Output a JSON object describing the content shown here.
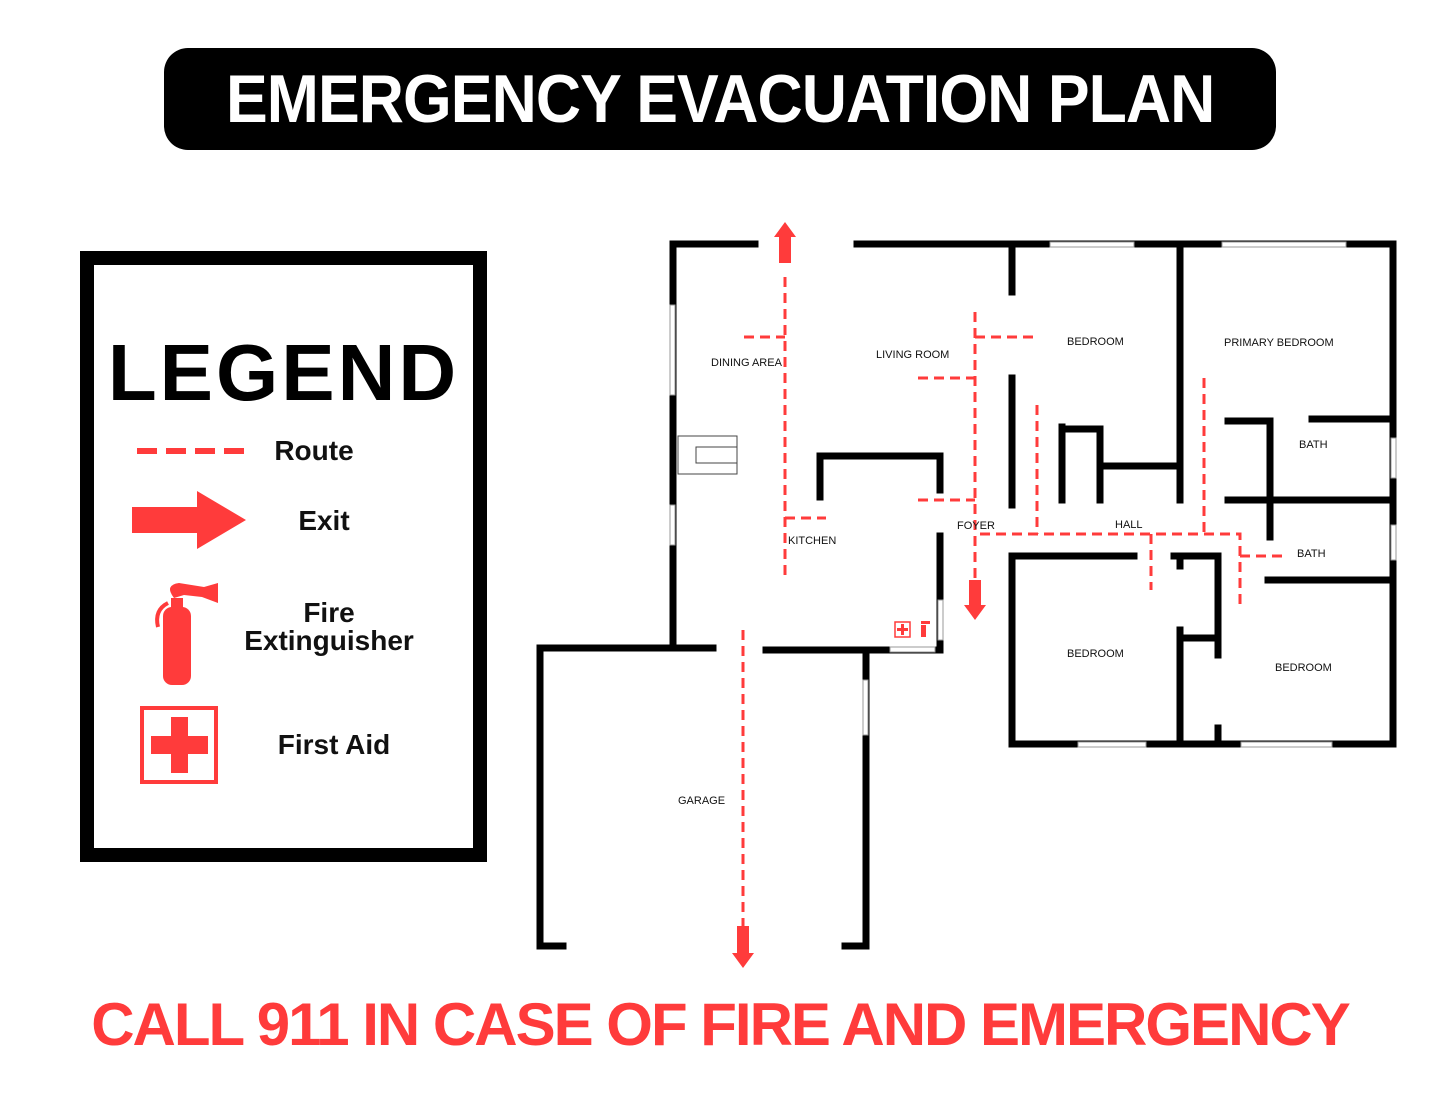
{
  "title": "EMERGENCY EVACUATION PLAN",
  "legend": {
    "title": "LEGEND",
    "items": [
      {
        "icon": "route-dashes",
        "label": "Route"
      },
      {
        "icon": "exit-arrow",
        "label": "Exit"
      },
      {
        "icon": "fire-extinguisher",
        "label": "Fire Extinguisher"
      },
      {
        "icon": "first-aid",
        "label": "First Aid"
      }
    ]
  },
  "rooms": {
    "dining": "DINING AREA",
    "living": "LIVING ROOM",
    "kitchen": "KITCHEN",
    "foyer": "FOYER",
    "bedroom1": "BEDROOM",
    "primary": "PRIMARY BEDROOM",
    "bath1": "BATH",
    "bath2": "BATH",
    "hall": "HALL",
    "bedroom2": "BEDROOM",
    "bedroom3": "BEDROOM",
    "garage": "GARAGE"
  },
  "footer": "CALL 911 IN CASE OF FIRE AND EMERGENCY",
  "colors": {
    "route": "#ff3b3b",
    "wall": "#000000"
  }
}
